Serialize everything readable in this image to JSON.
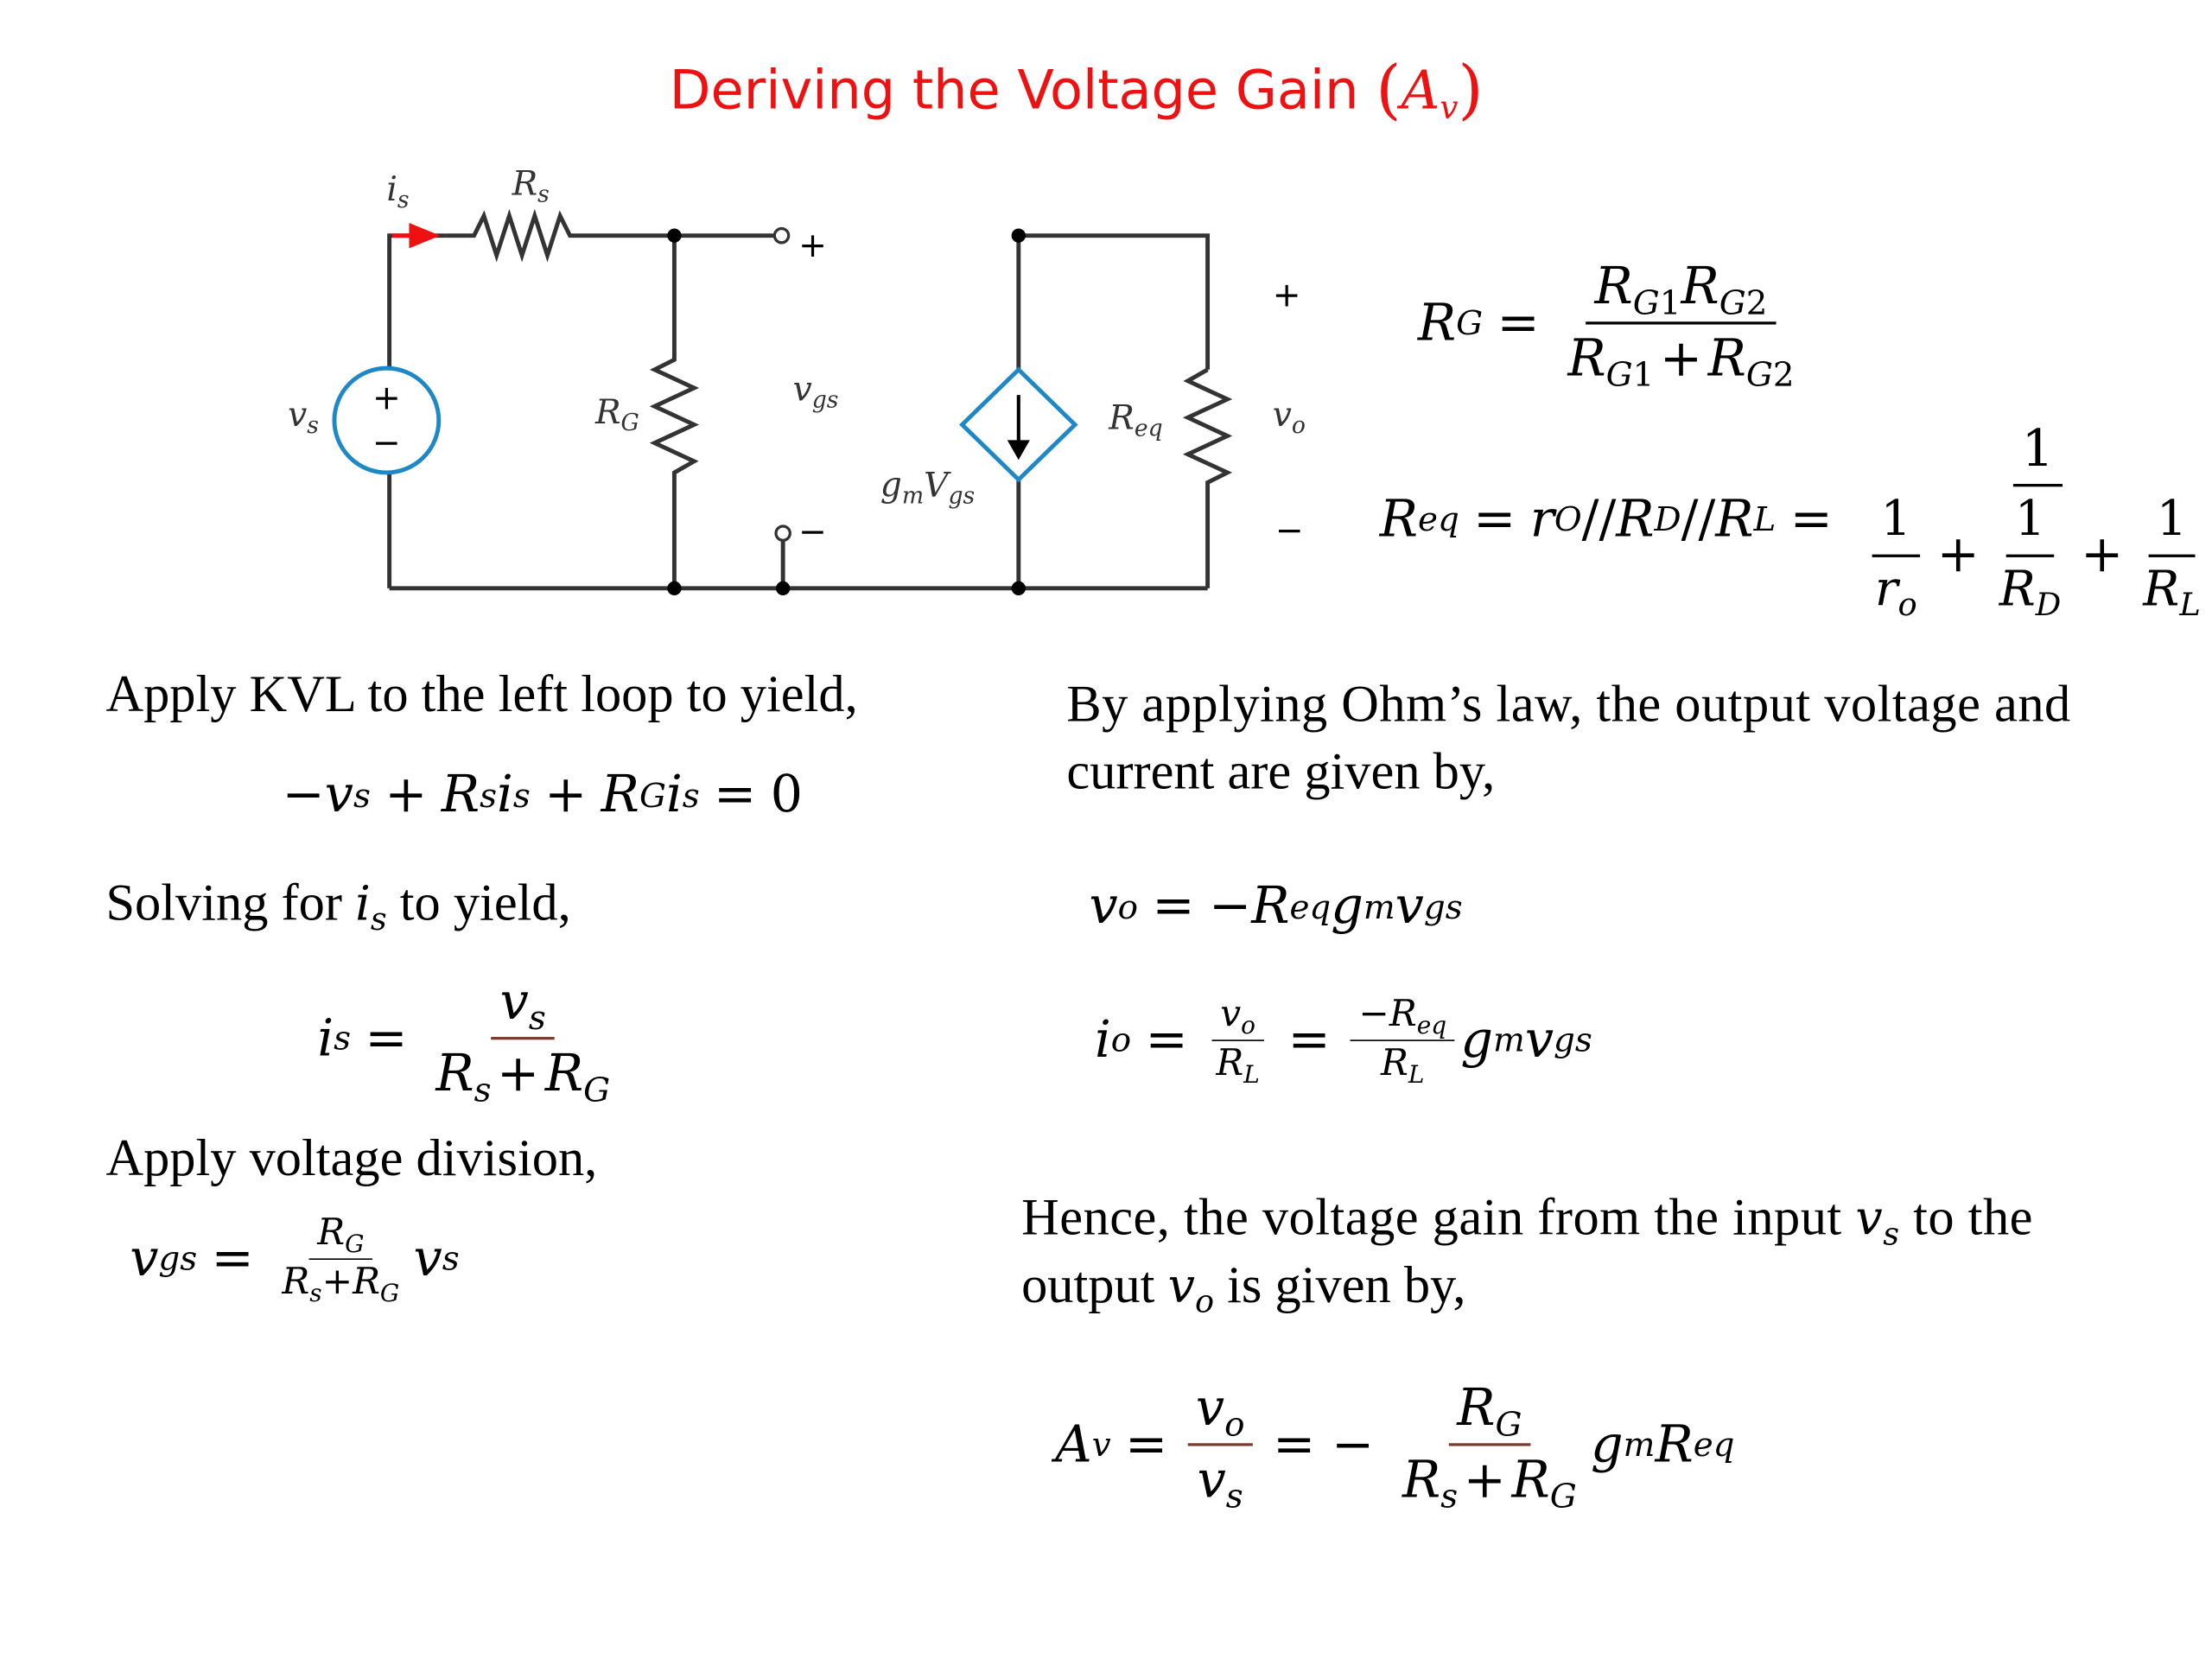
{
  "title": {
    "text": "Deriving the Voltage Gain",
    "symbol": "A",
    "sub": "v"
  },
  "circuit": {
    "labels": {
      "is": {
        "base": "i",
        "sub": "s"
      },
      "Rs": {
        "base": "R",
        "sub": "s"
      },
      "vs": {
        "base": "v",
        "sub": "s"
      },
      "RG": {
        "base": "R",
        "sub": "G"
      },
      "vgs": {
        "base": "v",
        "sub": "gs"
      },
      "gmVgs": {
        "base": "g",
        "sub": "m",
        "base2": "V",
        "sub2": "gs"
      },
      "Req": {
        "base": "R",
        "sub": "eq"
      },
      "vo": {
        "base": "v",
        "sub": "o"
      }
    },
    "plus": "+",
    "minus": "−",
    "colors": {
      "wire": "#333333",
      "source": "#1e88c7",
      "arrow": "#ee1111"
    }
  },
  "text": {
    "kvl": "Apply KVL to the left loop to yield,",
    "solving_a": "Solving for",
    "solving_b": "to yield,",
    "division": "Apply voltage division,",
    "ohm_1": "By applying Ohm’s law, the output voltage and",
    "ohm_2": "current are given by,",
    "hence_1a": "Hence, the voltage gain from the input",
    "hence_1b": "to the",
    "hence_2a": "output",
    "hence_2b": "is given by,"
  },
  "math": {
    "zero": "0",
    "one": "1",
    "eq": "=",
    "plus": "+",
    "minus": "−",
    "par": "//",
    "neg_eq": "= −"
  }
}
